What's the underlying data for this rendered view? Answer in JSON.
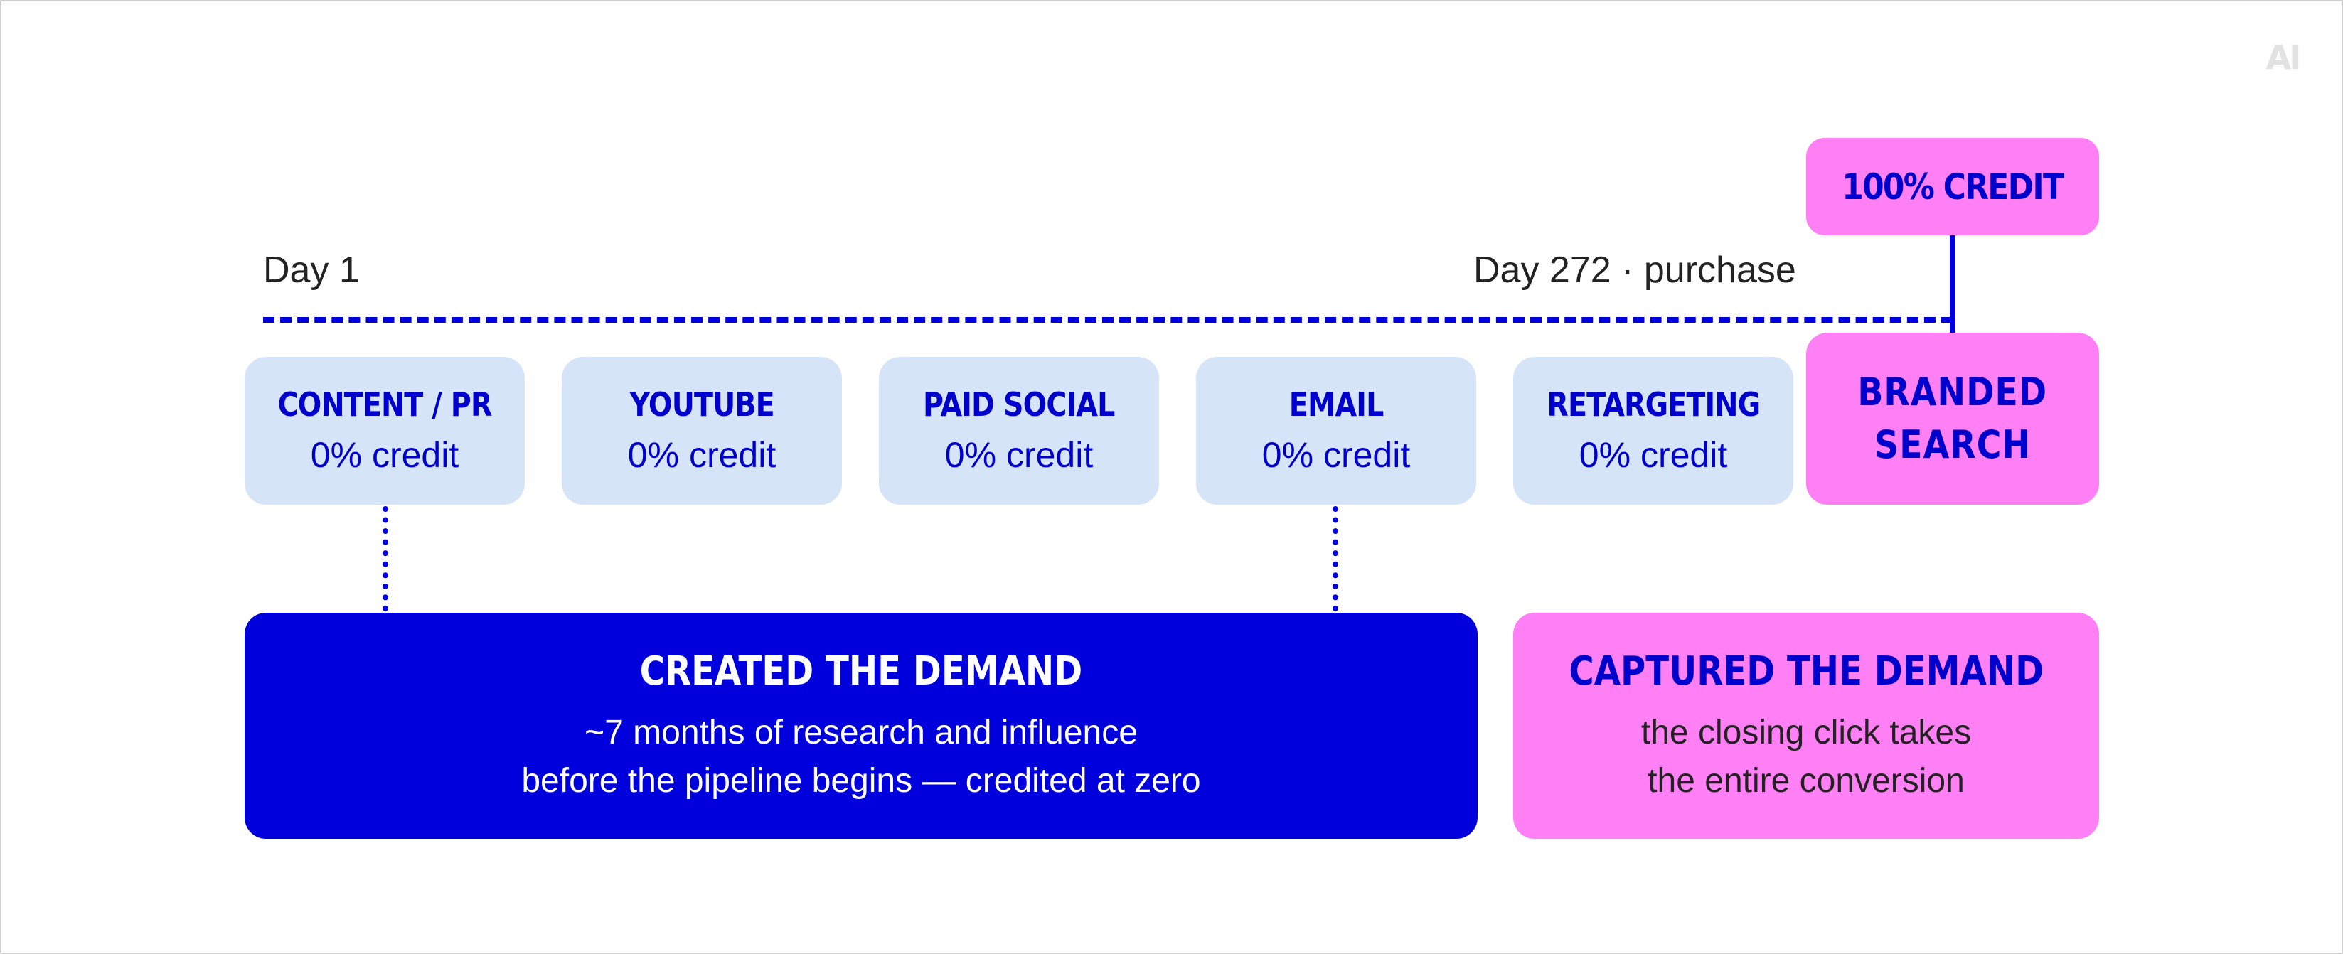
{
  "logo": {
    "text": "AI"
  },
  "timeline": {
    "start_label": "Day 1",
    "end_label": "Day 272 · purchase"
  },
  "credit_tag": {
    "label": "100% CREDIT"
  },
  "touchpoints": [
    {
      "name": "CONTENT / PR",
      "credit": "0% credit"
    },
    {
      "name": "YOUTUBE",
      "credit": "0% credit"
    },
    {
      "name": "PAID SOCIAL",
      "credit": "0% credit"
    },
    {
      "name": "EMAIL",
      "credit": "0% credit"
    },
    {
      "name": "RETARGETING",
      "credit": "0% credit"
    }
  ],
  "branded_search": {
    "line1": "BRANDED",
    "line2": "SEARCH"
  },
  "created": {
    "title": "CREATED THE DEMAND",
    "line1": "~7 months of research and influence",
    "line2": "before the pipeline begins — credited at zero"
  },
  "captured": {
    "title": "CAPTURED THE DEMAND",
    "line1": "the closing click takes",
    "line2": "the entire conversion"
  },
  "colors": {
    "accent_blue": "#0000dd",
    "touch_fill": "#d6e4f8",
    "highlight_pink": "#ff80f5"
  }
}
